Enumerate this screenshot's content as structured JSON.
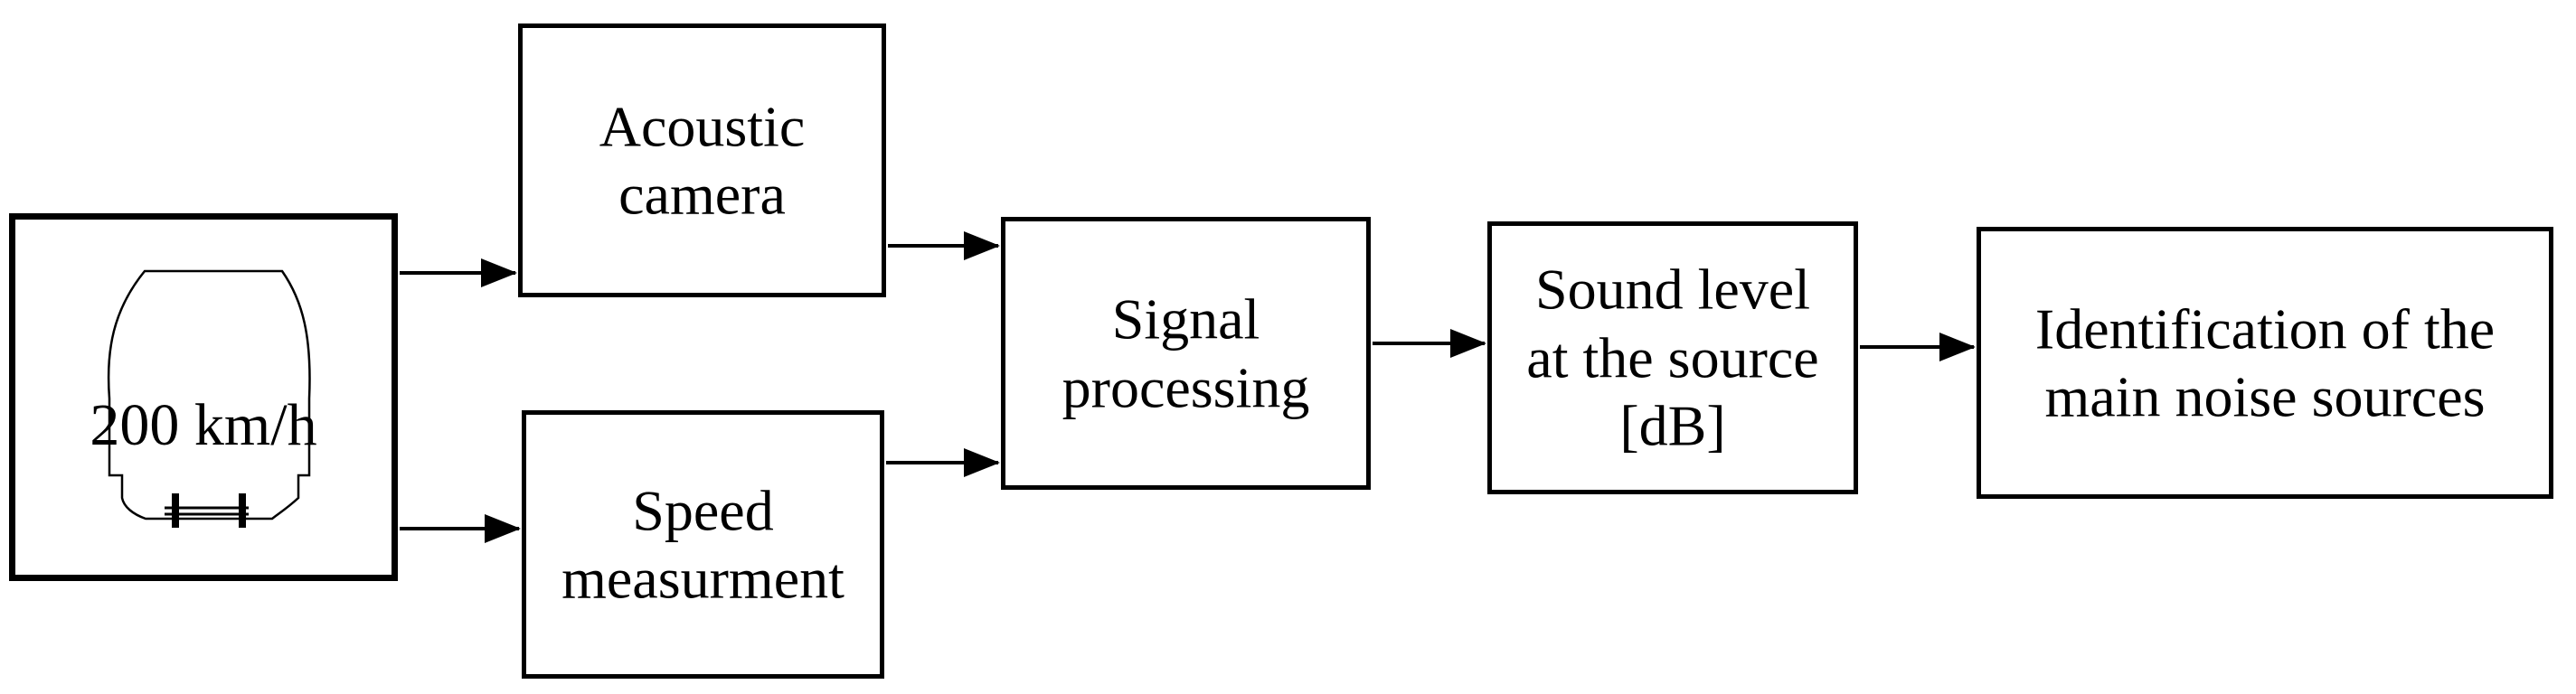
{
  "train": {
    "speed_label": "200 km/h"
  },
  "boxes": {
    "acoustic_camera": "Acoustic\ncamera",
    "speed_measurement": "Speed\nmeasurment",
    "signal_processing": "Signal\nprocessing",
    "sound_level": "Sound level\nat the source\n[dB]",
    "identification": "Identification of the\nmain noise sources"
  }
}
